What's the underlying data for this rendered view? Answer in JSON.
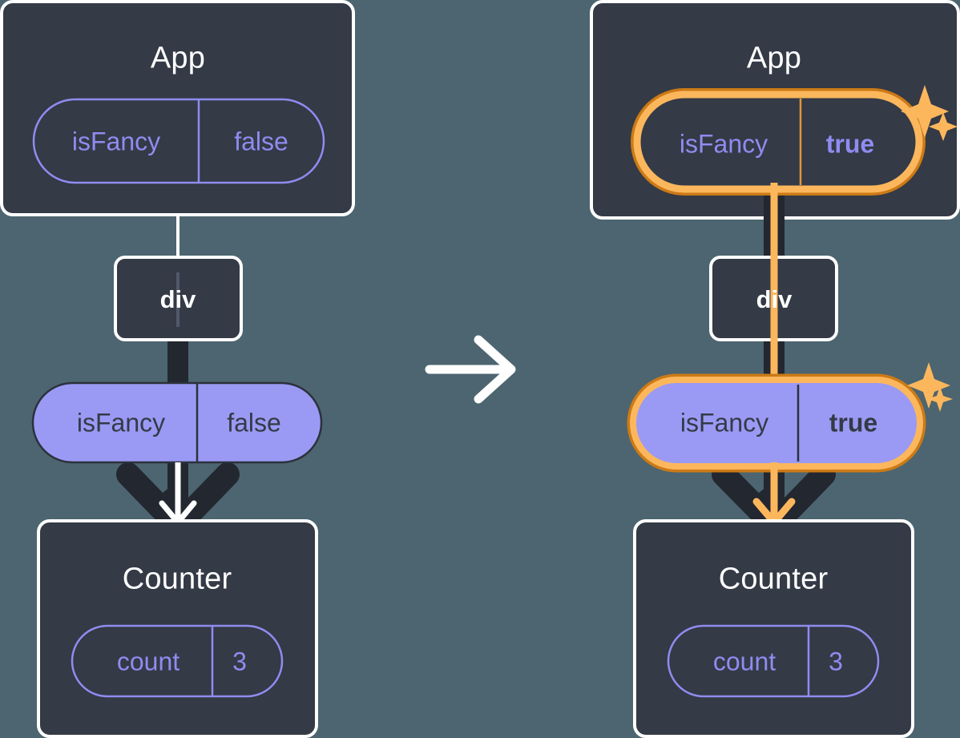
{
  "diagram": {
    "type": "react-state-propagation",
    "background_color": "#4c6570",
    "panels": [
      {
        "id": "before",
        "side": "left",
        "app": {
          "title": "App",
          "state_pill": {
            "key": "isFancy",
            "value": "false",
            "style": "outline",
            "highlighted": false,
            "stroke_color": "#8f8cf0",
            "text_color": "#8f8cf0"
          }
        },
        "div": {
          "title": "div"
        },
        "prop_pill": {
          "key": "isFancy",
          "value": "false",
          "style": "filled",
          "highlighted": false,
          "fill_color": "#9a9af5",
          "text_color": "#343a46"
        },
        "counter": {
          "title": "Counter",
          "state_pill": {
            "key": "count",
            "value": "3",
            "style": "outline",
            "highlighted": false,
            "stroke_color": "#8f8cf0",
            "text_color": "#8f8cf0"
          }
        },
        "connector_inner_color": "#ffffff",
        "sparkles": false
      },
      {
        "id": "after",
        "side": "right",
        "app": {
          "title": "App",
          "state_pill": {
            "key": "isFancy",
            "value": "true",
            "style": "outline",
            "highlighted": true,
            "stroke_color": "#fcb75d",
            "text_color": "#8f8cf0",
            "value_bold": true
          }
        },
        "div": {
          "title": "div"
        },
        "prop_pill": {
          "key": "isFancy",
          "value": "true",
          "style": "filled",
          "highlighted": true,
          "fill_color": "#9a9af5",
          "text_color": "#343a46",
          "value_bold": true
        },
        "counter": {
          "title": "Counter",
          "state_pill": {
            "key": "count",
            "value": "3",
            "style": "outline",
            "highlighted": false,
            "stroke_color": "#8f8cf0",
            "text_color": "#8f8cf0"
          }
        },
        "connector_inner_color": "#fcb75d",
        "sparkles": true
      }
    ],
    "transition_arrow": {
      "direction": "right",
      "color": "#ffffff"
    },
    "colors": {
      "background": "#4c6570",
      "box_fill": "#343a46",
      "box_stroke": "#ffffff",
      "pill_purple_fill": "#9a9af5",
      "pill_purple_stroke": "#8f8cf0",
      "dark_text": "#343a46",
      "light_text": "#ffffff",
      "highlight_outer": "#cc7a16",
      "highlight_inner": "#fcb75d",
      "arrow_dark": "#23272f",
      "sparkle": "#fcb75d"
    }
  }
}
